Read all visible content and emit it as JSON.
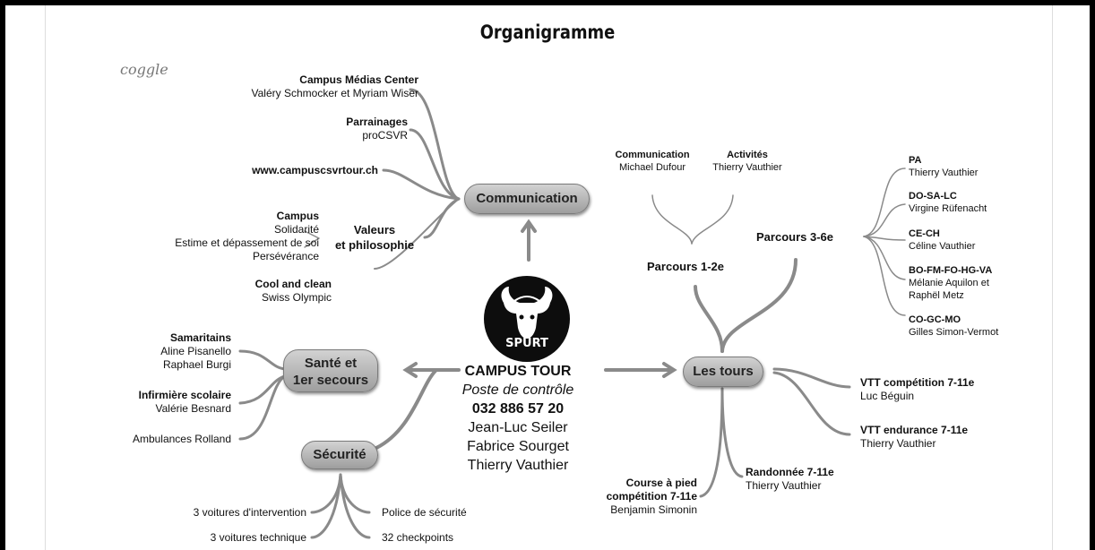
{
  "title": "Organigramme",
  "brand": "coggle",
  "colors": {
    "pill_top": "#d2d2d2",
    "pill_bottom": "#9e9e9e",
    "line": "#8a8a8a",
    "logo_bg": "#0d0d0d"
  },
  "center": {
    "logo_text": "SPURT",
    "name": "CAMPUS TOUR",
    "subtitle": "Poste de contrôle",
    "phone": "032 886 57 20",
    "people": [
      "Jean-Luc Seiler",
      "Fabrice Sourget",
      "Thierry Vauthier"
    ]
  },
  "nodes": {
    "communication": "Communication",
    "sante": [
      "Santé et",
      "1er secours"
    ],
    "securite": "Sécurité",
    "tours": "Les tours",
    "valeurs": [
      "Valeurs",
      "et philosophie"
    ],
    "parcours12": "Parcours 1-2e",
    "parcours36": "Parcours 3-6e"
  },
  "communication_children": [
    {
      "title": "Campus Médias Center",
      "sub": "Valéry Schmocker et Myriam Wiser"
    },
    {
      "title": "Parrainages",
      "sub": "proCSVR"
    },
    {
      "title": "www.campuscsvrtour.ch",
      "sub": ""
    },
    {
      "title": "Cool and clean",
      "sub": "Swiss Olympic"
    }
  ],
  "valeurs_children": [
    "Campus",
    "Solidarité",
    "Estime et dépassement de soi",
    "Persévérance"
  ],
  "sante_children": [
    {
      "title": "Samaritains",
      "lines": [
        "Aline Pisanello",
        "Raphael Burgi"
      ]
    },
    {
      "title": "Infirmière scolaire",
      "lines": [
        "Valérie Besnard"
      ]
    },
    {
      "title": "",
      "lines": [
        "Ambulances Rolland"
      ]
    }
  ],
  "securite_children": [
    "3 voitures d'intervention",
    "3 voitures technique",
    "Police de sécurité",
    "32 checkpoints"
  ],
  "parcours12_children": [
    {
      "title": "Communication",
      "sub": "Michael Dufour"
    },
    {
      "title": "Activités",
      "sub": "Thierry Vauthier"
    }
  ],
  "parcours36_children": [
    {
      "title": "PA",
      "lines": [
        "Thierry Vauthier"
      ]
    },
    {
      "title": "DO-SA-LC",
      "lines": [
        "Virgine Rüfenacht"
      ]
    },
    {
      "title": "CE-CH",
      "lines": [
        "Céline Vauthier"
      ]
    },
    {
      "title": "BO-FM-FO-HG-VA",
      "lines": [
        "Mélanie Aquilon et",
        "Raphël Metz"
      ]
    },
    {
      "title": "CO-GC-MO",
      "lines": [
        "Gilles Simon-Vermot"
      ]
    }
  ],
  "tours_children": [
    {
      "title": "VTT compétition 7-11e",
      "lines": [
        "Luc Béguin"
      ]
    },
    {
      "title": "VTT endurance 7-11e",
      "lines": [
        "Thierry Vauthier"
      ]
    },
    {
      "title": "Randonnée 7-11e",
      "lines": [
        "Thierry Vauthier"
      ]
    },
    {
      "title": "Course à pied",
      "lines": [
        "compétition 7-11e",
        "Benjamin Simonin"
      ]
    }
  ]
}
